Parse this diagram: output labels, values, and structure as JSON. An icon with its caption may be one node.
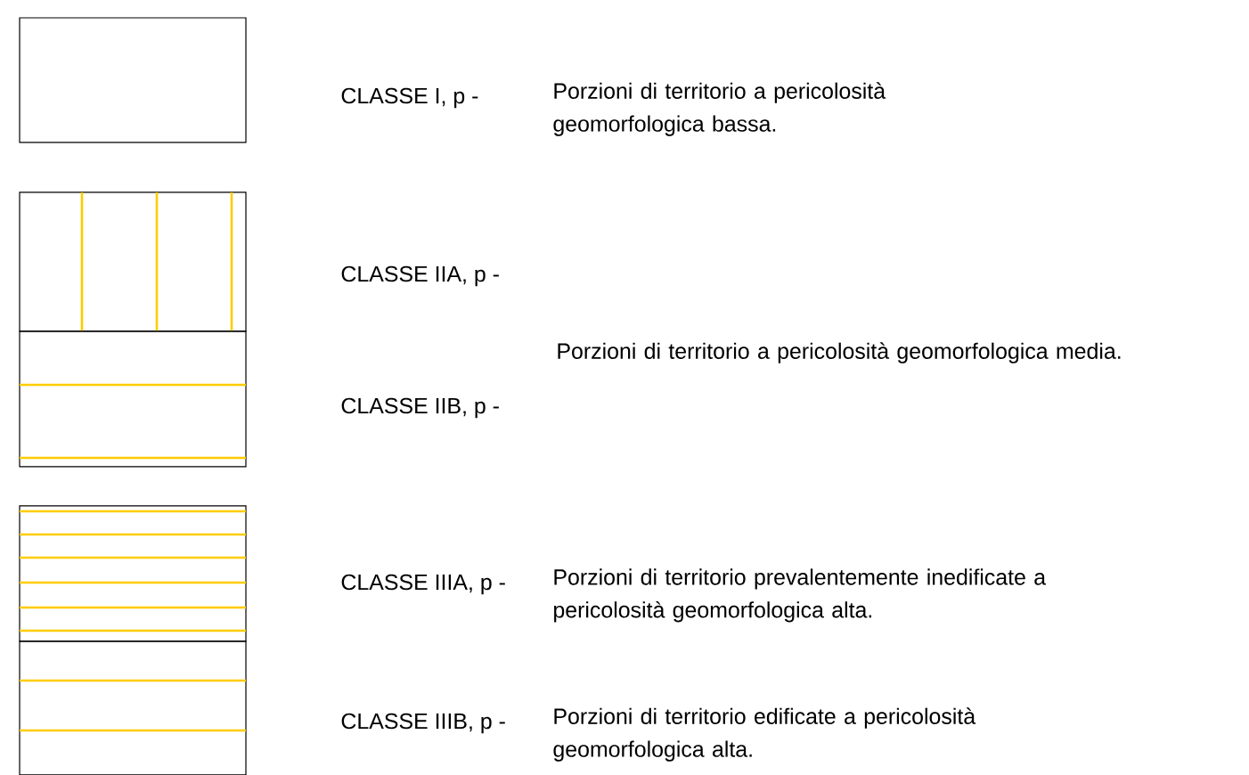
{
  "diagram": {
    "legend": [
      {
        "text": "CLASSE I, p -"
      },
      {
        "text": "CLASSE IIA, p -"
      },
      {
        "text": "CLASSE IIB, p -"
      },
      {
        "text": "CLASSE IIIA, p -"
      },
      {
        "text": "CLASSE IIIB, p -"
      }
    ],
    "labels": [
      "Porzioni di territorio a pericolosità geomorfologica bassa.",
      "Porzioni di territorio a pericolosità geomorfologica media.",
      "Porzioni di territorio prevalentemente inedificate a pericolosità geomorfologica alta.",
      "Porzioni di territorio edificate a pericolosità geomorfologica alta."
    ]
  }
}
